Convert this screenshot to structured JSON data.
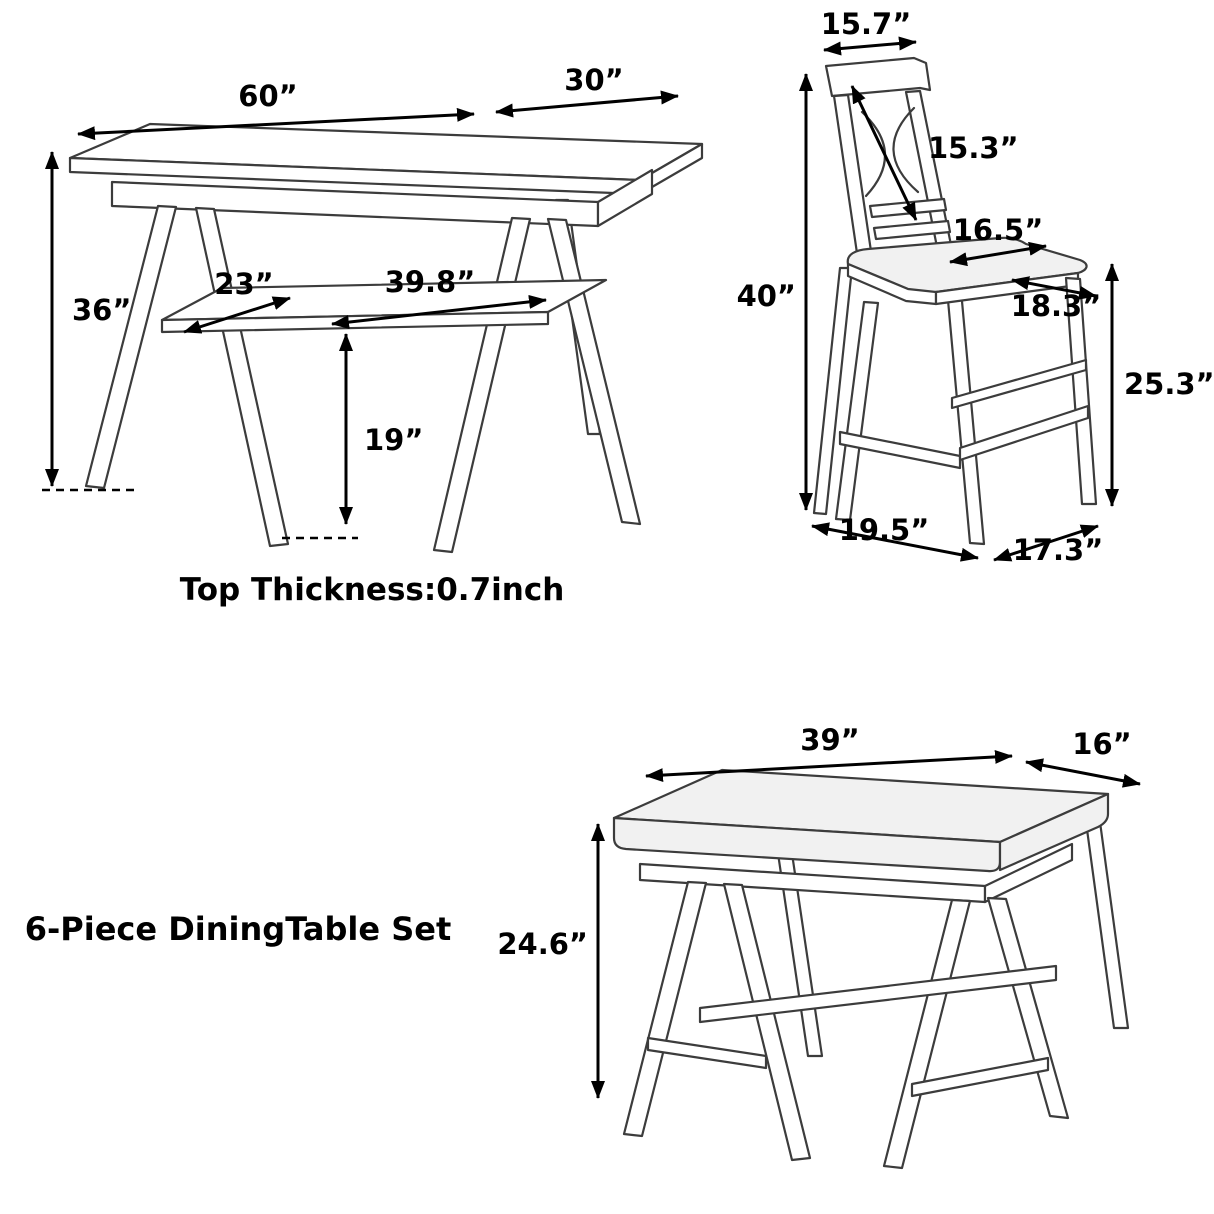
{
  "title": "6-Piece DiningTable Set",
  "table": {
    "top_width": "60”",
    "top_depth": "30”",
    "height": "36”",
    "shelf_depth": "23”",
    "shelf_width": "39.8”",
    "shelf_height": "19”",
    "top_thickness_note": "Top Thickness:0.7inch"
  },
  "chair": {
    "back_top_width": "15.7”",
    "back_height": "15.3”",
    "seat_width": "16.5”",
    "seat_depth": "18.3”",
    "overall_height": "40”",
    "seat_height": "25.3”",
    "base_width": "19.5”",
    "base_depth": "17.3”"
  },
  "bench": {
    "width": "39”",
    "depth": "16”",
    "height": "24.6”"
  }
}
